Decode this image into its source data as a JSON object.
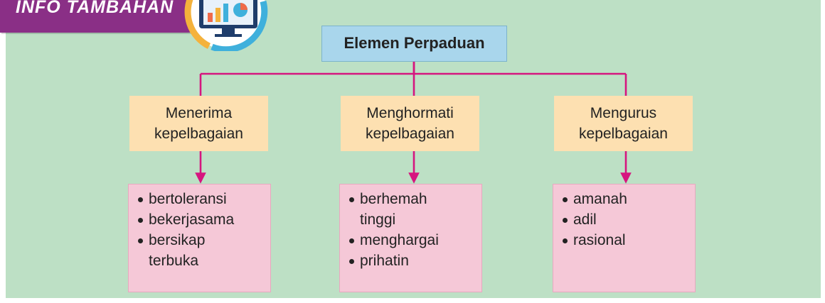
{
  "badge": {
    "label": "INFO TAMBAHAN",
    "icon": "monitor-chart-icon"
  },
  "diagram": {
    "root": "Elemen Perpaduan",
    "categories": [
      {
        "line1": "Menerima",
        "line2": "kepelbagaian",
        "items": [
          "bertoleransi",
          "bekerjasama",
          "bersikap terbuka"
        ]
      },
      {
        "line1": "Menghormati",
        "line2": "kepelbagaian",
        "items": [
          "berhemah tinggi",
          "menghargai",
          "prihatin"
        ]
      },
      {
        "line1": "Mengurus",
        "line2": "kepelbagaian",
        "items": [
          "amanah",
          "adil",
          "rasional"
        ]
      }
    ]
  },
  "colors": {
    "background": "#bde0c5",
    "root_box": "#a9d6ec",
    "category_box": "#fde0b1",
    "item_box": "#f5c8d7",
    "connector": "#d6157f",
    "badge": "#8a2f86"
  }
}
